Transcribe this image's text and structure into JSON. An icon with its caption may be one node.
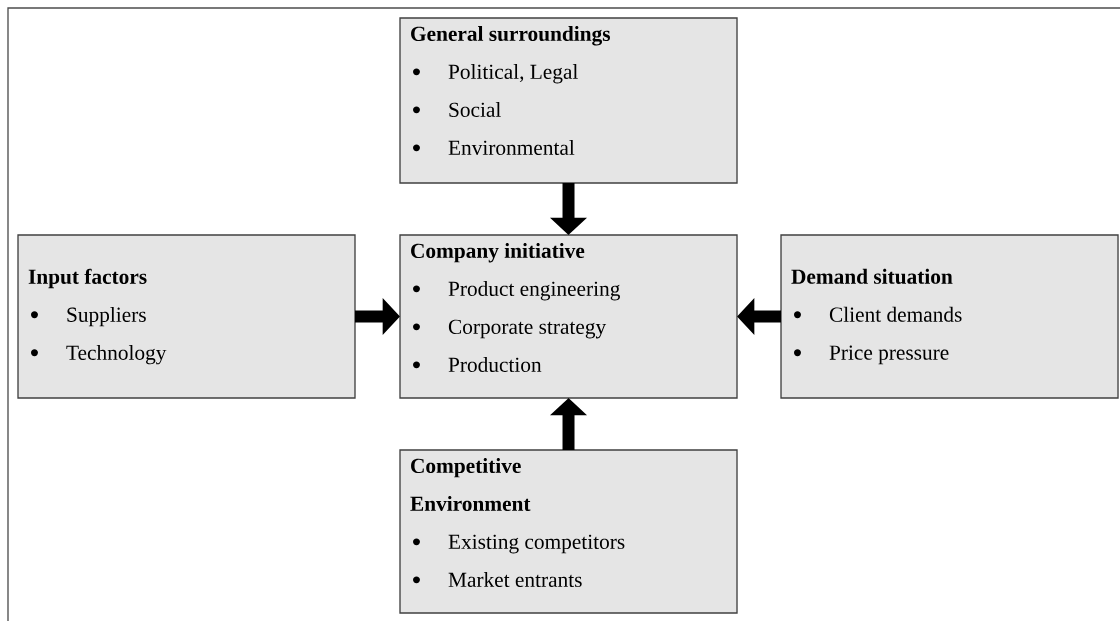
{
  "diagram": {
    "nodes": [
      {
        "text": [
          "General surroundings",
          "Political, Legal",
          "Social",
          "Environmental"
        ]
      },
      {
        "text": [
          "Input factors",
          "Suppliers",
          "Technology"
        ]
      },
      {
        "text": [
          "Company initiative",
          "Product engineering",
          "Corporate strategy",
          "Production"
        ]
      },
      {
        "text": [
          "Demand situation",
          "Client demands",
          "Price pressure"
        ]
      },
      {
        "text": [
          "Competitive Environment",
          "Existing competitors",
          "Market entrants"
        ]
      }
    ],
    "edges": [
      {
        "from": 0,
        "to": 2,
        "arrow": "to"
      },
      {
        "from": 1,
        "to": 2,
        "arrow": "to"
      },
      {
        "from": 3,
        "to": 2,
        "arrow": "to"
      },
      {
        "from": 4,
        "to": 2,
        "arrow": "to"
      }
    ]
  }
}
